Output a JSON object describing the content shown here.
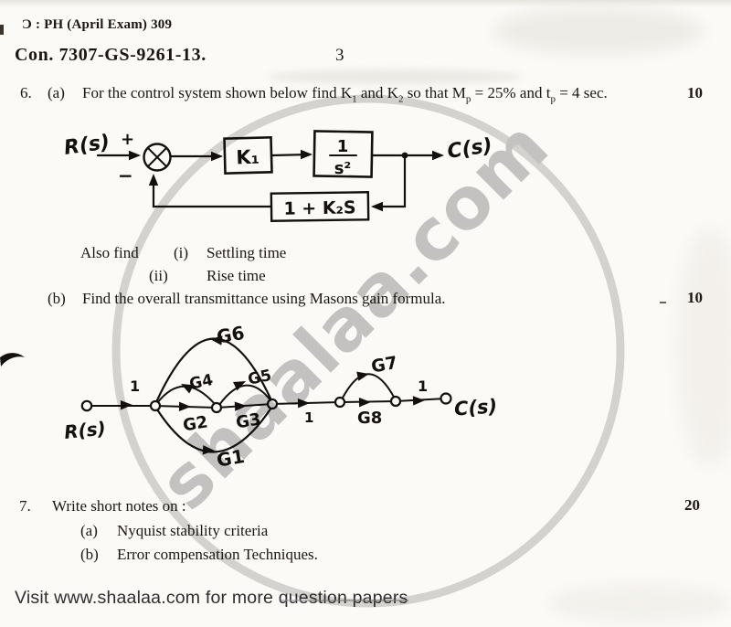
{
  "header": {
    "code": "Ɔ : PH (April Exam) 309",
    "con_number": "Con. 7307-GS-9261-13.",
    "page_number": "3"
  },
  "q6": {
    "number": "6.",
    "a": {
      "label": "(a)",
      "marks": "10",
      "text": {
        "t1": "For the control system shown below find K",
        "s1": "1",
        "t2": " and K",
        "s2": "2",
        "t3": " so that M",
        "s3": "p",
        "t4": " = 25% and t",
        "s4": "p",
        "t5": " = 4 sec."
      }
    },
    "also_find": {
      "lead": "Also find",
      "i_label": "(i)",
      "i_text": "Settling time",
      "ii_label": "(ii)",
      "ii_text": "Rise time"
    },
    "b": {
      "label": "(b)",
      "text": "Find the overall transmittance using Masons gain formula.",
      "marks": "10"
    }
  },
  "block_diagram": {
    "input": "R(s)",
    "plus": "+",
    "minus": "−",
    "gain_block": "K₁",
    "plant_numerator": "1",
    "plant_denominator": "s²",
    "feedback_block": "1 + K₂S",
    "output": "C(s)"
  },
  "sfg": {
    "input": "R(s)",
    "output": "C(s)",
    "edge_1a": "1",
    "edge_g2": "G2",
    "edge_g3": "G3",
    "edge_1b": "1",
    "edge_g8": "G8",
    "edge_1c": "1",
    "arc_g4": "G4",
    "arc_g5": "G5",
    "arc_g6": "G6",
    "arc_g1": "G1",
    "arc_g7": "G7"
  },
  "q7": {
    "number": "7.",
    "text": "Write short notes on :",
    "marks": "20",
    "a": {
      "label": "(a)",
      "text": "Nyquist stability criteria"
    },
    "b": {
      "label": "(b)",
      "text": "Error compensation Techniques."
    }
  },
  "footer": {
    "text": "Visit www.shaalaa.com for more question papers"
  },
  "watermark": {
    "text": "shaalaa.com",
    "text_color": "#c6c6c6",
    "circle_color": "#d7d7d5"
  },
  "colors": {
    "paper": "#fbfaf7",
    "print_ink": "#1b1611",
    "hand_ink": "#14100d",
    "footer_text": "#2e2e2e"
  }
}
